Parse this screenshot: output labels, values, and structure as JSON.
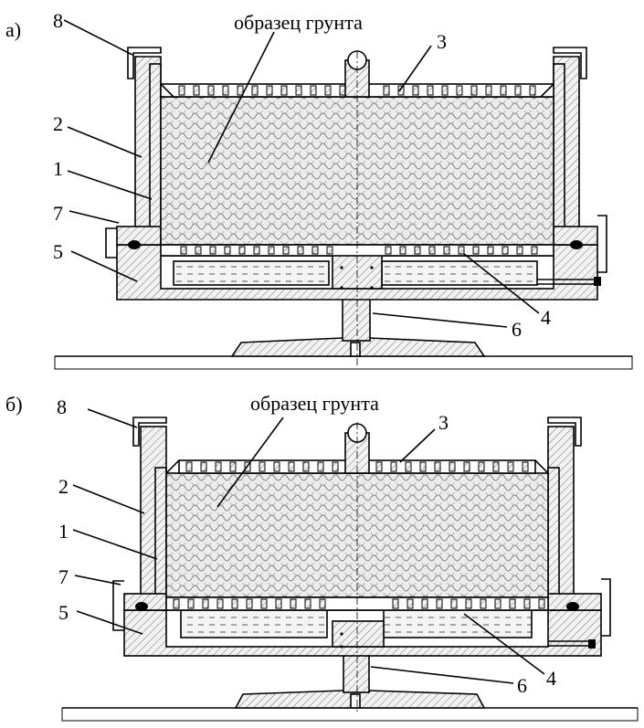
{
  "panels": [
    {
      "id": "a",
      "panel_label": "а)",
      "sample_label": "образец грунта",
      "numbers": {
        "n1": "1",
        "n2": "2",
        "n3": "3",
        "n4": "4",
        "n5": "5",
        "n6": "6",
        "n7": "7",
        "n8": "8"
      }
    },
    {
      "id": "b",
      "panel_label": "б)",
      "sample_label": "образец грунта",
      "numbers": {
        "n1": "1",
        "n2": "2",
        "n3": "3",
        "n4": "4",
        "n5": "5",
        "n6": "6",
        "n7": "7",
        "n8": "8"
      }
    }
  ]
}
